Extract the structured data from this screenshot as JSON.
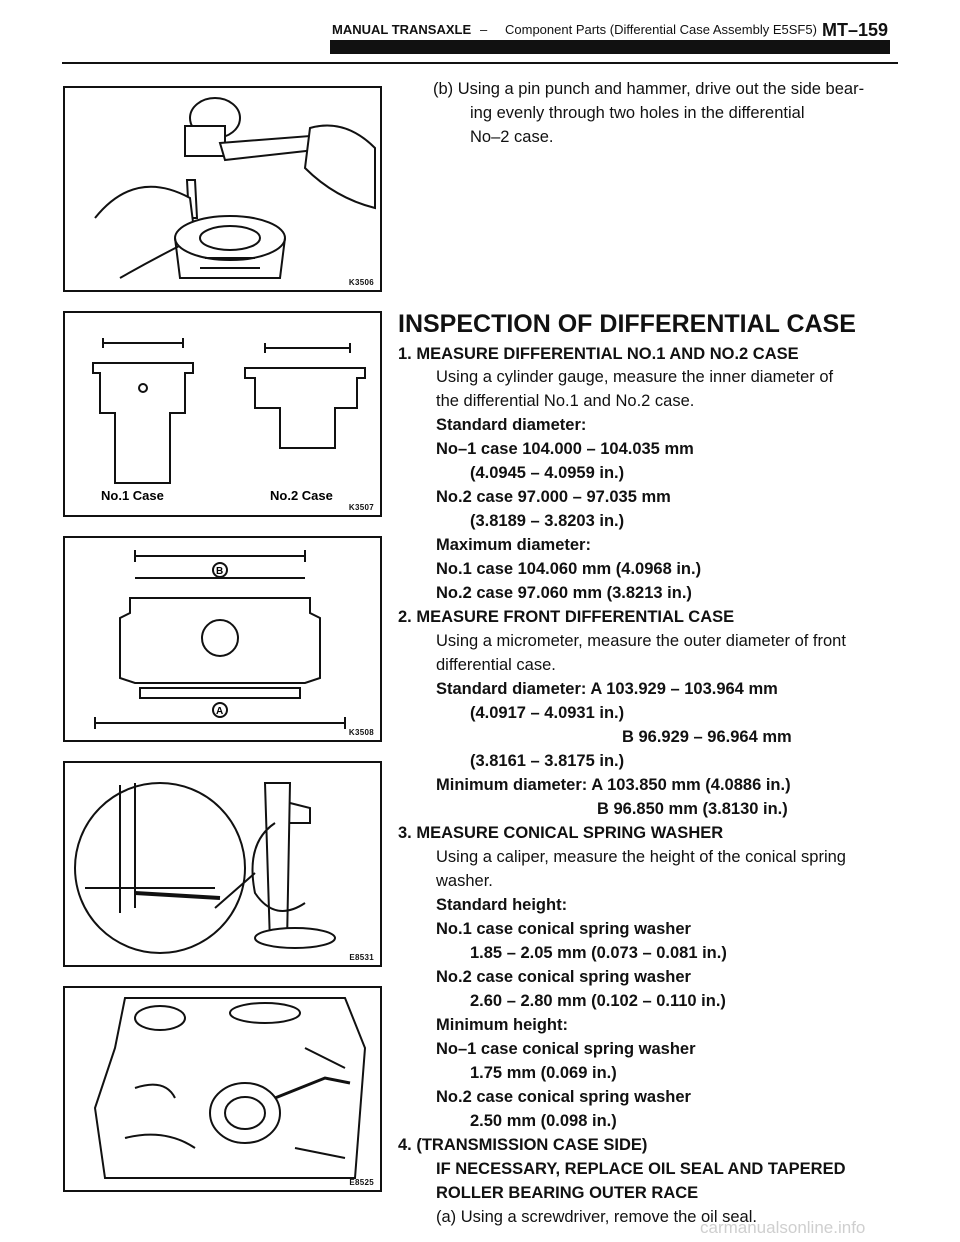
{
  "header": {
    "section": "MANUAL TRANSAXLE",
    "dash": "–",
    "subtitle": "Component Parts (Differential Case Assembly E5SF5)",
    "page": "MT–159"
  },
  "figures": {
    "f1": {
      "code": "K3506"
    },
    "f2": {
      "code": "K3507",
      "label_left": "No.1 Case",
      "label_right": "No.2 Case"
    },
    "f3": {
      "code": "K3508",
      "label_b": "B",
      "label_a": "A"
    },
    "f4": {
      "code": "E8531"
    },
    "f5": {
      "code": "E8525"
    }
  },
  "intro": {
    "l1": "(b) Using a pin punch and hammer, drive out the side bear-",
    "l2": "ing evenly through two holes in the differential",
    "l3": "No–2 case."
  },
  "title": "INSPECTION OF DIFFERENTIAL CASE",
  "s1": {
    "heading": "1. MEASURE DIFFERENTIAL NO.1 AND NO.2 CASE",
    "t1": "Using a cylinder gauge, measure the inner diameter of",
    "t2": "the differential No.1 and No.2 case.",
    "std": "Standard diameter:",
    "no1": "No–1 case 104.000 – 104.035 mm",
    "no1in": "(4.0945 – 4.0959 in.)",
    "no2": "No.2 case 97.000 – 97.035 mm",
    "no2in": "(3.8189 – 3.8203 in.)",
    "max": "Maximum diameter:",
    "max1": "No.1 case 104.060 mm (4.0968 in.)",
    "max2": "No.2 case 97.060 mm (3.8213 in.)"
  },
  "s2": {
    "heading": "2. MEASURE FRONT DIFFERENTIAL CASE",
    "t1": "Using a micrometer, measure the outer diameter of front",
    "t2": "differential case.",
    "std": "Standard diameter: A 103.929 – 103.964 mm",
    "stdin": "(4.0917 – 4.0931 in.)",
    "stdb": "B 96.929 – 96.964 mm",
    "stdbin": "(3.8161 – 3.8175 in.)",
    "min": "Minimum diameter: A 103.850 mm (4.0886 in.)",
    "minb": "B 96.850 mm (3.8130 in.)"
  },
  "s3": {
    "heading": "3. MEASURE CONICAL SPRING WASHER",
    "t1": "Using a caliper, measure the height of the conical spring",
    "t2": "washer.",
    "std": "Standard height:",
    "no1": "No.1 case conical spring washer",
    "no1v": "1.85 – 2.05 mm (0.073 – 0.081 in.)",
    "no2": "No.2 case conical spring washer",
    "no2v": "2.60 – 2.80 mm (0.102 – 0.110 in.)",
    "min": "Minimum height:",
    "min1": "No–1 case conical spring washer",
    "min1v": "1.75 mm (0.069 in.)",
    "min2": "No.2 case conical spring washer",
    "min2v": "2.50 mm (0.098 in.)"
  },
  "s4": {
    "heading": "4. (TRANSMISSION CASE SIDE)",
    "h2": "IF NECESSARY, REPLACE OIL SEAL AND TAPERED",
    "h3": "ROLLER BEARING OUTER RACE",
    "a": "(a) Using a screwdriver, remove the oil seal."
  },
  "watermark": "carmanualsonline.info"
}
